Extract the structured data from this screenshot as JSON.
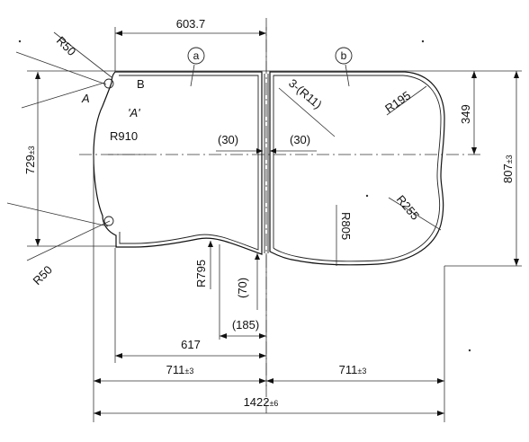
{
  "labels": {
    "top_width": "603.7",
    "circle_a": "a",
    "circle_b": "b",
    "r50_top": "R50",
    "r50_bottom": "R50",
    "pt_a": "A",
    "pt_b": "B",
    "pt_a_prime": "'A'",
    "r910": "R910",
    "gap_left": "(30)",
    "gap_right": "(30)",
    "radius_3": "3-(R11)",
    "r195": "R195",
    "h349": "349",
    "h807": "807",
    "h807_tol": "±3",
    "h729": "729",
    "h729_tol": "±3",
    "r255": "R255",
    "r805": "R805",
    "r795": "R795",
    "d70": "(70)",
    "d185": "(185)",
    "d617": "617",
    "w711_left": "711",
    "w711_left_tol": "±3",
    "w711_right": "711",
    "w711_right_tol": "±3",
    "w1422": "1422",
    "w1422_tol": "±6"
  }
}
